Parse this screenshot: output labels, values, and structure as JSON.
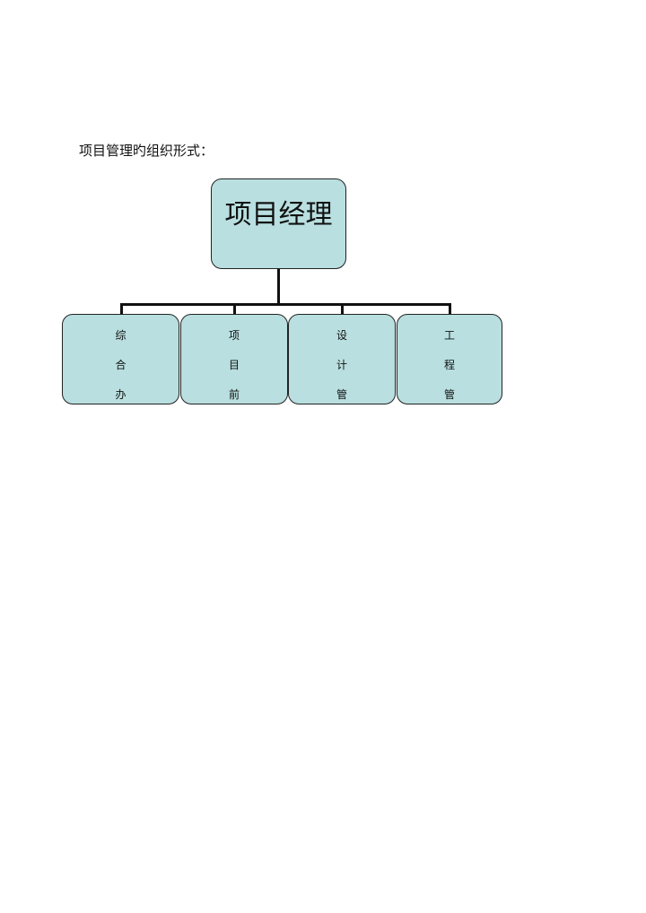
{
  "heading": "项目管理旳组织形式：",
  "org_chart": {
    "root": "项目经理",
    "children": [
      {
        "chars": [
          "综",
          "合",
          "办"
        ]
      },
      {
        "chars": [
          "项",
          "目",
          "前"
        ]
      },
      {
        "chars": [
          "设",
          "计",
          "管"
        ]
      },
      {
        "chars": [
          "工",
          "程",
          "管"
        ]
      }
    ]
  }
}
